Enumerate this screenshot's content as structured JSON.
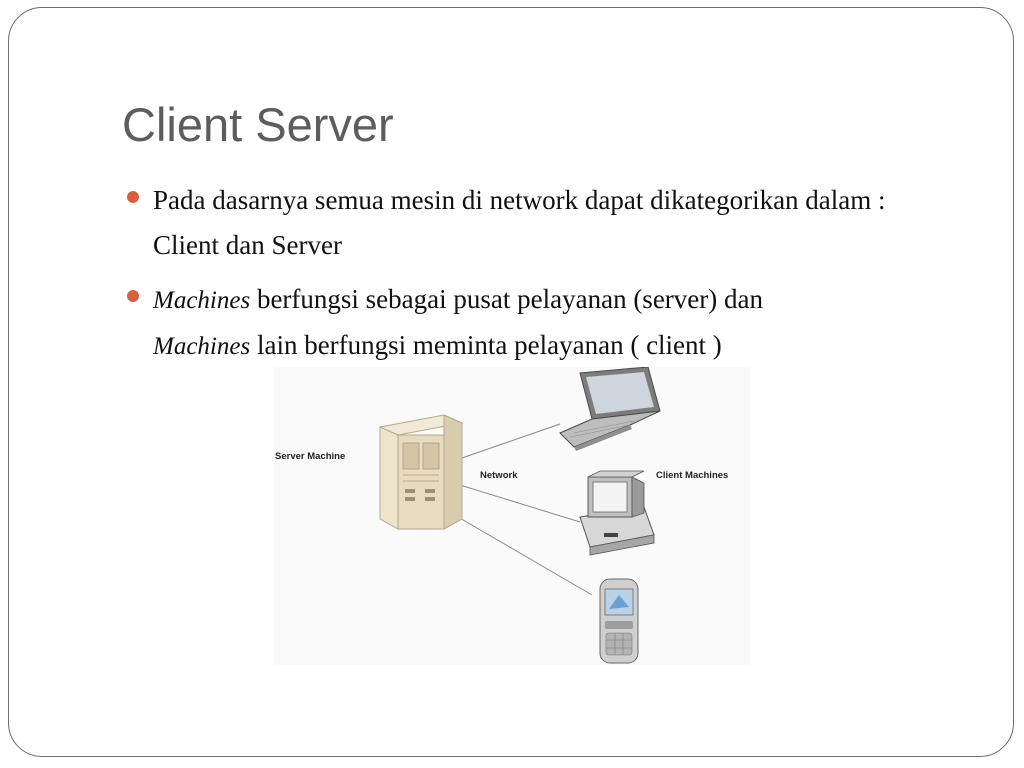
{
  "slide": {
    "title": "Client Server",
    "bullets": [
      {
        "text": "Pada dasarnya semua mesin di network dapat dikategorikan dalam : Client dan Server"
      },
      {
        "line1_em": "Machines",
        "line1_text": " berfungsi sebagai pusat pelayanan (server) dan",
        "line2_em": "Machines",
        "line2_text": " lain berfungsi meminta pelayanan ( client )"
      }
    ],
    "bullet_color": "#d8603f",
    "title_color": "#5d5d5d"
  },
  "diagram": {
    "server_label": "Server Machine",
    "network_label": "Network",
    "clients_label": "Client Machines"
  }
}
